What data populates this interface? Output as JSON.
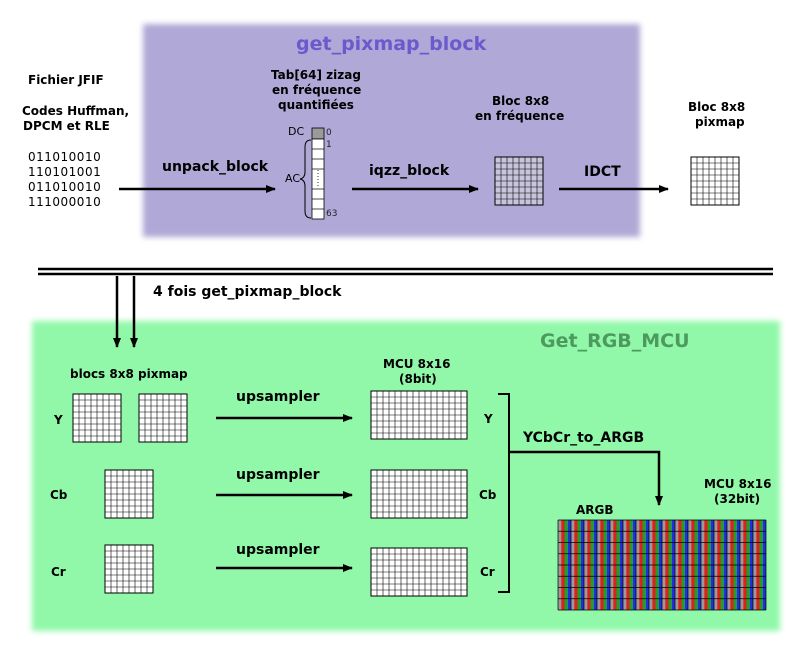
{
  "top": {
    "title": "get_pixmap_block",
    "fichier": "Fichier JFIF",
    "codes": [
      "Codes Huffman,",
      "DPCM et RLE"
    ],
    "bits": [
      "011010010",
      "110101001",
      "011010010",
      "111000010"
    ],
    "tab": [
      "Tab[64] zizag",
      "en fréquence",
      "quantifiées"
    ],
    "dc": "DC",
    "ac": "AC",
    "idx0": "0",
    "idx1": "1",
    "idx63": "63",
    "bloc_freq": [
      "Bloc 8x8",
      "en fréquence"
    ],
    "bloc_pix": [
      "Bloc 8x8",
      "pixmap"
    ],
    "unpack": "unpack_block",
    "iqzz": "iqzz_block",
    "idct": "IDCT"
  },
  "middle": {
    "loop": "4 fois get_pixmap_block"
  },
  "bottom": {
    "title": "Get_RGB_MCU",
    "blocs": "blocs 8x8 pixmap",
    "mcu8": [
      "MCU 8x16",
      "(8bit)"
    ],
    "mcu32": [
      "MCU 8x16",
      "(32bit)"
    ],
    "argb": "ARGB",
    "y": "Y",
    "cb": "Cb",
    "cr": "Cr",
    "ups": "upsampler",
    "ycbcr": "YCbCr_to_ARGB"
  },
  "colors": {
    "purple_panel": "#b0a8d6",
    "green_panel": "#90f8a8"
  }
}
